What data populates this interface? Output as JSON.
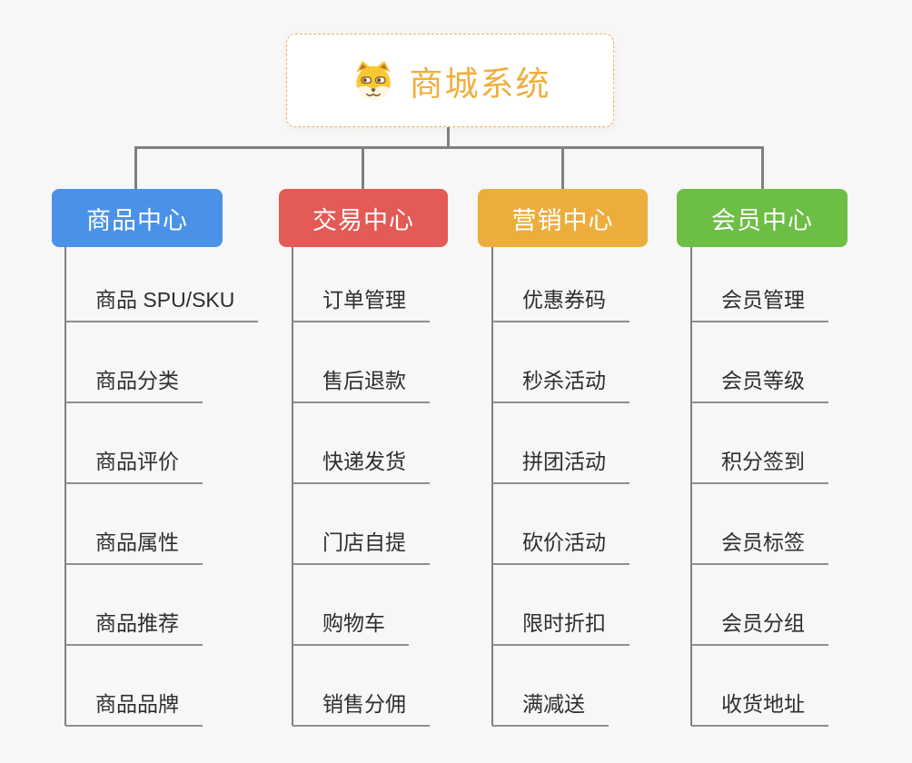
{
  "root": {
    "label": "商城系统",
    "icon": "dog-face-icon",
    "text_color": "#f1ae3e",
    "border_color": "#efb55e"
  },
  "branches": [
    {
      "label": "商品中心",
      "color": "#4a92e8",
      "items": [
        "商品 SPU/SKU",
        "商品分类",
        "商品评价",
        "商品属性",
        "商品推荐",
        "商品品牌"
      ]
    },
    {
      "label": "交易中心",
      "color": "#e45a56",
      "items": [
        "订单管理",
        "售后退款",
        "快递发货",
        "门店自提",
        "购物车",
        "销售分佣"
      ]
    },
    {
      "label": "营销中心",
      "color": "#edad3d",
      "items": [
        "优惠券码",
        "秒杀活动",
        "拼团活动",
        "砍价活动",
        "限时折扣",
        "满减送"
      ]
    },
    {
      "label": "会员中心",
      "color": "#6dbe44",
      "items": [
        "会员管理",
        "会员等级",
        "积分签到",
        "会员标签",
        "会员分组",
        "收货地址"
      ]
    }
  ],
  "colors": {
    "background": "#f7f7f7",
    "connector": "#808080",
    "underline": "#8f8f8f",
    "leaf_text": "#2e2e2e"
  }
}
